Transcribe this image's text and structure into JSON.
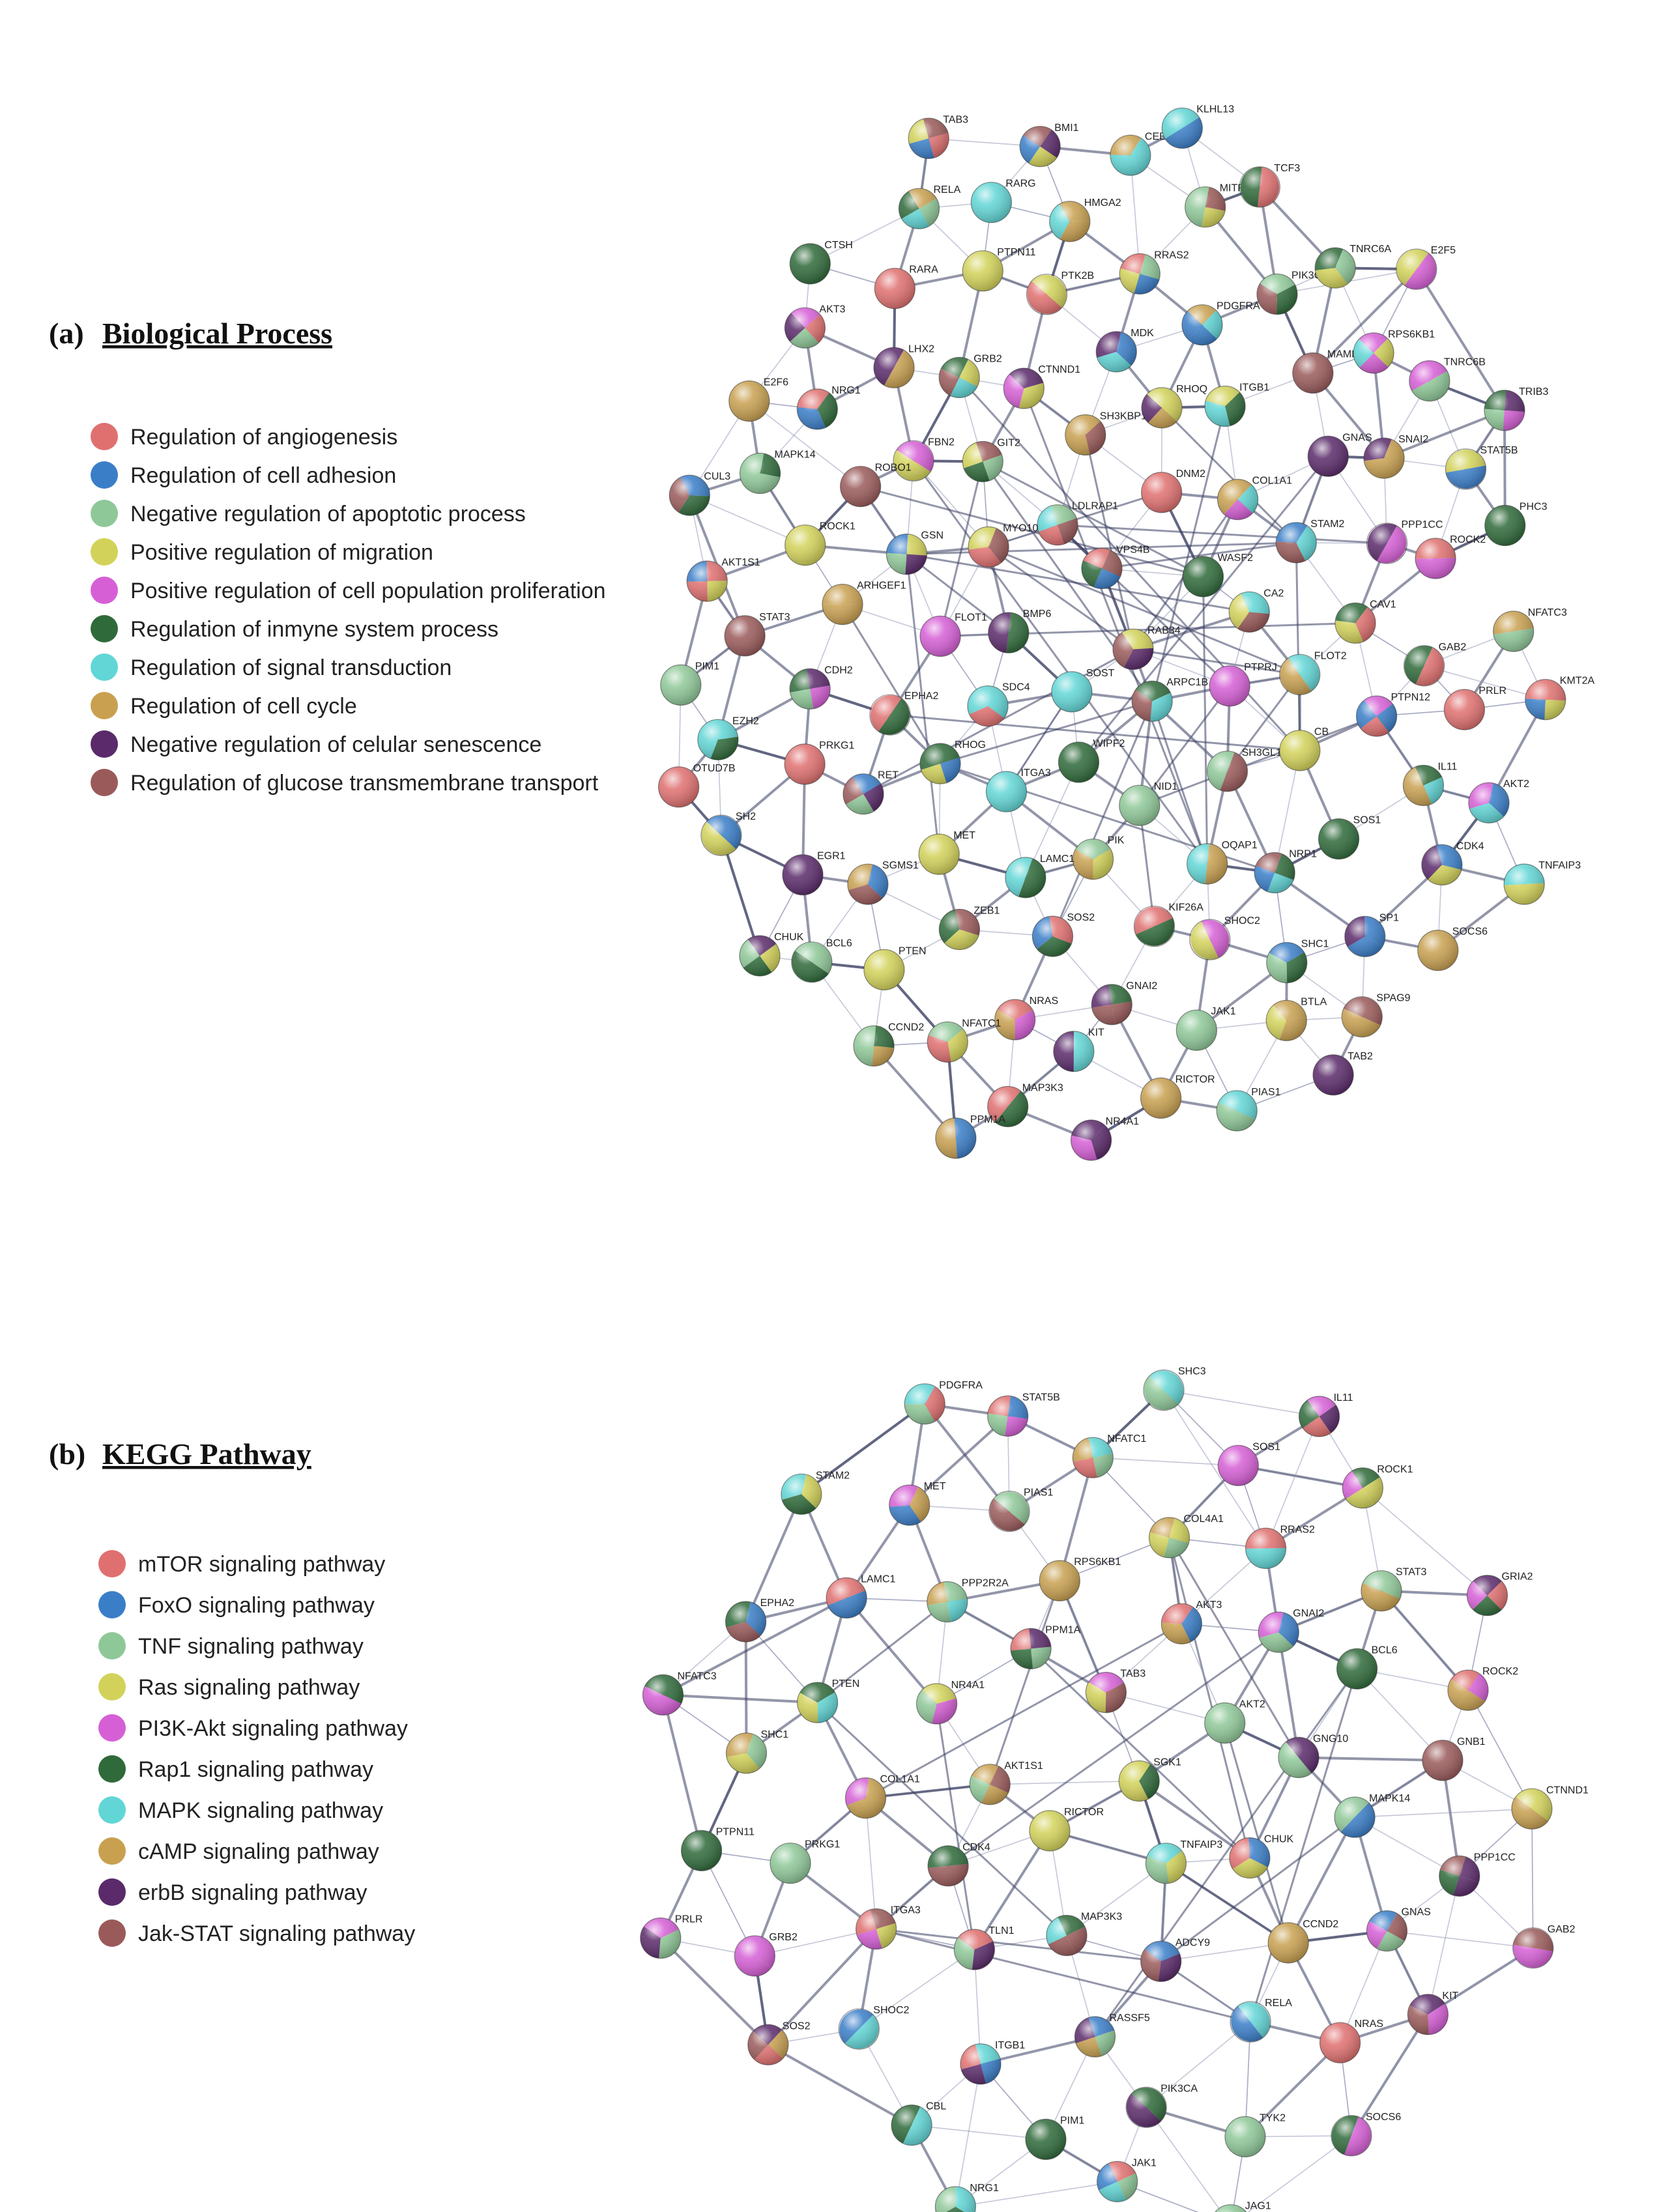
{
  "panels": [
    {
      "id": "bp",
      "letter": "(a)",
      "title": "Biological Process",
      "legend": [
        {
          "label": "Regulation of angiogenesis",
          "color": "#e07070"
        },
        {
          "label": "Regulation of cell adhesion",
          "color": "#3a7ec8"
        },
        {
          "label": "Negative regulation of apoptotic process",
          "color": "#8fc898"
        },
        {
          "label": "Positive regulation of migration",
          "color": "#d2d25a"
        },
        {
          "label": "Positive regulation of cell population proliferation",
          "color": "#d65fd6"
        },
        {
          "label": "Regulation of inmyne system process",
          "color": "#2f6a3a"
        },
        {
          "label": "Regulation of signal transduction",
          "color": "#62d6d6"
        },
        {
          "label": "Regulation of cell cycle",
          "color": "#c8a050"
        },
        {
          "label": "Negative regulation of celular senescence",
          "color": "#5a2a6a"
        },
        {
          "label": "Regulation of glucose transmembrane transport",
          "color": "#9a5a5a"
        }
      ],
      "nodes": [
        "RAB34",
        "SOST",
        "VPS4B",
        "ARPC1B",
        "BMP6",
        "WASF2",
        "WIPF2",
        "LDLRAP1",
        "PTPRJ",
        "SDC4",
        "DNM2",
        "NID1",
        "MYO10",
        "CA2",
        "ITGA3",
        "SH3KBP1",
        "SH3GL1",
        "FLOT1",
        "COL1A1",
        "PIK",
        "GIT2",
        "FLOT2",
        "RHOG",
        "RHOQ",
        "OQAP1",
        "GSN",
        "STAM2",
        "LAMC1",
        "CTNND1",
        "CB",
        "EPHA2",
        "ITGB1",
        "KIF26A",
        "FBN2",
        "CAV1",
        "MET",
        "MDK",
        "NRP1",
        "ARHGEF1",
        "GNAS",
        "SOS2",
        "GRB2",
        "PTPN12",
        "RET",
        "PDGFRA",
        "SHOC2",
        "ROBO1",
        "PPP1CC",
        "ZEB1",
        "PTK2B",
        "SOS1",
        "CDH2",
        "MAML1",
        "GNAI2",
        "LHX2",
        "GAB2",
        "SGMS1",
        "RRAS2",
        "SHC1",
        "ROCK1",
        "SNAI2",
        "NRAS",
        "PTPN11",
        "IL11",
        "PRKG1",
        "PIK3CA",
        "JAK1",
        "NRG1",
        "ROCK2",
        "PTEN",
        "HMGA2",
        "SP1",
        "STAT3",
        "RPS6KB1",
        "KIT",
        "RARA",
        "PRLR",
        "EGR1",
        "MITF",
        "BTLA",
        "MAPK14",
        "STAT5B",
        "NFATC1",
        "RARG",
        "CDK4",
        "EZH2",
        "TNRC6A",
        "RICTOR",
        "AKT3",
        "NFATC3",
        "BCL6",
        "CEBPA",
        "SPAG9",
        "AKT1S1",
        "TNRC6B",
        "MAP3K3",
        "RELA",
        "AKT2",
        "SH2",
        "TCF3",
        "PIAS1",
        "E2F6",
        "PHC3",
        "CCND2",
        "BMI1",
        "SOCS6",
        "PIM1",
        "E2F5",
        "NR4A1",
        "CTSH",
        "KMT2A",
        "CHUK",
        "KLHL13",
        "TAB2",
        "CUL3",
        "TRIB3",
        "PPM1A",
        "TAB3",
        "TNFAIP3",
        "OTUD7B"
      ]
    },
    {
      "id": "kegg",
      "letter": "(b)",
      "title": "KEGG Pathway",
      "legend": [
        {
          "label": "mTOR signaling pathway",
          "color": "#e07070"
        },
        {
          "label": "FoxO signaling pathway",
          "color": "#3a7ec8"
        },
        {
          "label": "TNF signaling pathway",
          "color": "#8fc898"
        },
        {
          "label": "Ras signaling pathway",
          "color": "#d2d25a"
        },
        {
          "label": "PI3K-Akt signaling pathway",
          "color": "#d65fd6"
        },
        {
          "label": "Rap1 signaling pathway",
          "color": "#2f6a3a"
        },
        {
          "label": "MAPK signaling pathway",
          "color": "#62d6d6"
        },
        {
          "label": "cAMP signaling pathway",
          "color": "#c8a050"
        },
        {
          "label": "erbB signaling pathway",
          "color": "#5a2a6a"
        },
        {
          "label": "Jak-STAT signaling pathway",
          "color": "#9a5a5a"
        }
      ],
      "nodes": [
        "SGK1",
        "RICTOR",
        "TAB3",
        "TNFAIP3",
        "AKT1S1",
        "AKT2",
        "MAP3K3",
        "PPM1A",
        "CHUK",
        "CDK4",
        "AKT3",
        "ADCY9",
        "NR4A1",
        "GNG10",
        "TLN1",
        "RPS6KB1",
        "CCND2",
        "COL1A1",
        "GNAI2",
        "RASSF5",
        "PPP2R2A",
        "MAPK14",
        "ITGA3",
        "COL4A1",
        "RELA",
        "PTEN",
        "BCL6",
        "ITGB1",
        "PIAS1",
        "GNAS",
        "PRKG1",
        "RRAS2",
        "PIK3CA",
        "LAMC1",
        "GNB1",
        "SHOC2",
        "NFATC1",
        "NRAS",
        "SHC1",
        "STAT3",
        "PIM1",
        "MET",
        "PPP1CC",
        "GRB2",
        "SOS1",
        "TYK2",
        "EPHA2",
        "ROCK2",
        "CBL",
        "STAT5B",
        "KIT",
        "PTPN11",
        "ROCK1",
        "JAK1",
        "STAM2",
        "CTNND1",
        "SOS2",
        "SHC3",
        "SOCS6",
        "NFATC3",
        "GRIA2",
        "NRG1",
        "PDGFRA",
        "GAB2",
        "PRLR",
        "IL11",
        "JAG1"
      ]
    }
  ]
}
